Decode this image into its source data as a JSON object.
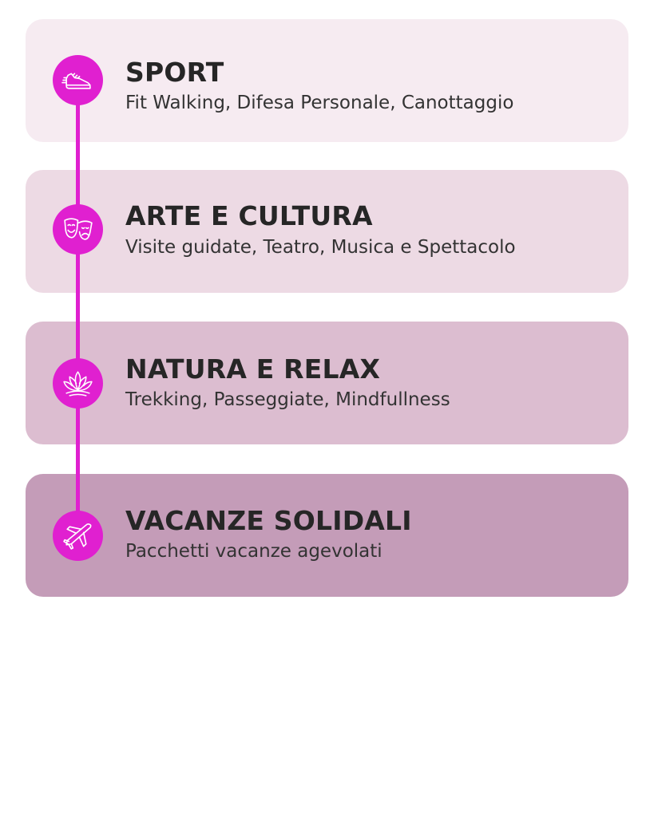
{
  "accent_color": "#e020d0",
  "items": [
    {
      "title": "SPORT",
      "subtitle": "Fit Walking, Difesa Personale, Canottaggio",
      "icon": "running-shoe-icon",
      "card_color": "#f6ebf1"
    },
    {
      "title": "ARTE E CULTURA",
      "subtitle": "Visite guidate, Teatro, Musica e Spettacolo",
      "icon": "theater-masks-icon",
      "card_color": "#eddae4"
    },
    {
      "title": "NATURA E RELAX",
      "subtitle": "Trekking, Passeggiate, Mindfullness",
      "icon": "lotus-icon",
      "card_color": "#dcbdd0"
    },
    {
      "title": "VACANZE SOLIDALI",
      "subtitle": "Pacchetti vacanze agevolati",
      "icon": "airplane-icon",
      "card_color": "#c49cb8"
    }
  ]
}
